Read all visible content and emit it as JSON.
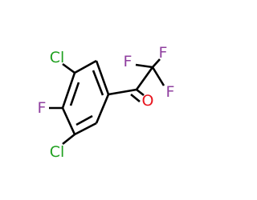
{
  "molecule": {
    "atoms": {
      "cl_upper": {
        "text": "Cl",
        "color": "#1fa01f"
      },
      "f_ring": {
        "text": "F",
        "color": "#8f3f9f"
      },
      "cl_lower": {
        "text": "Cl",
        "color": "#1fa01f"
      },
      "f_cf3_left": {
        "text": "F",
        "color": "#8f3f9f"
      },
      "f_cf3_right": {
        "text": "F",
        "color": "#8f3f9f"
      },
      "f_cf3_lower": {
        "text": "F",
        "color": "#8f3f9f"
      },
      "o_carbonyl": {
        "text": "O",
        "color": "#e8141e"
      }
    },
    "bond_color": "#000000"
  }
}
